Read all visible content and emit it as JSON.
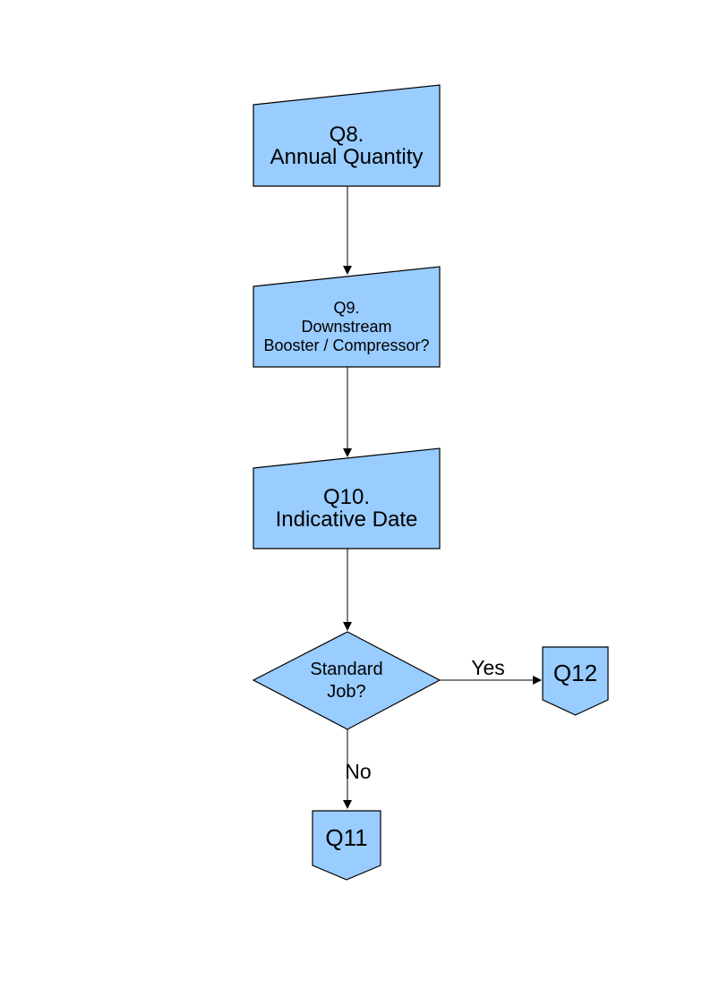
{
  "page": {
    "background_color": "#ffffff"
  },
  "diagram": {
    "shape_fill": "#99CCFF",
    "shape_stroke": "#000000",
    "text_color": "#000000",
    "nodes": [
      {
        "id": "q8",
        "type": "manual-input",
        "label": "Q8.\nAnnual Quantity"
      },
      {
        "id": "q9",
        "type": "manual-input",
        "label": "Q9.\nDownstream\nBooster / Compressor?"
      },
      {
        "id": "q10",
        "type": "manual-input",
        "label": "Q10.\nIndicative Date"
      },
      {
        "id": "standard-job",
        "type": "decision",
        "label": "Standard\nJob?"
      },
      {
        "id": "q12",
        "type": "off-page-connector",
        "label": "Q12"
      },
      {
        "id": "q11",
        "type": "off-page-connector",
        "label": "Q11"
      }
    ],
    "edges": [
      {
        "from": "q8",
        "to": "q9",
        "label": ""
      },
      {
        "from": "q9",
        "to": "q10",
        "label": ""
      },
      {
        "from": "q10",
        "to": "standard-job",
        "label": ""
      },
      {
        "from": "standard-job",
        "to": "q12",
        "label": "Yes"
      },
      {
        "from": "standard-job",
        "to": "q11",
        "label": "No"
      }
    ]
  }
}
